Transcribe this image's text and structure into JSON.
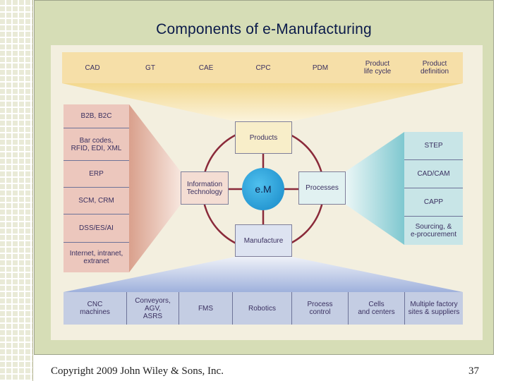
{
  "title": "Components of e-Manufacturing",
  "top_items": [
    "CAD",
    "GT",
    "CAE",
    "CPC",
    "PDM",
    "Product\nlife cycle",
    "Product\ndefinition"
  ],
  "left_items": [
    "B2B, B2C",
    "Bar codes,\nRFID, EDI, XML",
    "ERP",
    "SCM, CRM",
    "DSS/ES/AI",
    "Internet, intranet,\nextranet"
  ],
  "right_items": [
    "STEP",
    "CAD/CAM",
    "CAPP",
    "Sourcing, &\ne-procurement"
  ],
  "bottom_items": [
    "CNC\nmachines",
    "Conveyors,\nAGV,\nASRS",
    "FMS",
    "Robotics",
    "Process\ncontrol",
    "Cells\nand centers",
    "Multiple factory\nsites & suppliers"
  ],
  "center": {
    "hub": "e.M",
    "top": "Products",
    "left": "Information\nTechnology",
    "right": "Processes",
    "bottom": "Manufacture"
  },
  "colors": {
    "top": "#f6dfa8",
    "left": "#ecc7bd",
    "right": "#c8e5e7",
    "bottom": "#c4cde3",
    "hub": "#1e9ad6"
  },
  "footer": {
    "copyright": "Copyright 2009 John Wiley & Sons, Inc.",
    "page": "37"
  }
}
